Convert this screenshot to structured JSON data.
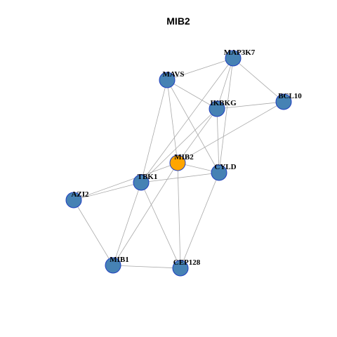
{
  "title": "MIB2",
  "colors": {
    "node": "#4682b4",
    "focus_node": "#ffa500",
    "node_border": "#1f3fbf",
    "edge": "#a9a9a9"
  },
  "nodes": [
    {
      "id": "MIB2",
      "label": "MIB2",
      "focus": true
    },
    {
      "id": "MAP3K7",
      "label": "MAP3K7",
      "focus": false
    },
    {
      "id": "MAVS",
      "label": "MAVS",
      "focus": false
    },
    {
      "id": "IKBKG",
      "label": "IKBKG",
      "focus": false
    },
    {
      "id": "BCL10",
      "label": "BCL10",
      "focus": false
    },
    {
      "id": "CYLD",
      "label": "CYLD",
      "focus": false
    },
    {
      "id": "TBK1",
      "label": "TBK1",
      "focus": false
    },
    {
      "id": "AZI2",
      "label": "AZI2",
      "focus": false
    },
    {
      "id": "MIB1",
      "label": "MIB1",
      "focus": false
    },
    {
      "id": "CEP128",
      "label": "CEP128",
      "focus": false
    }
  ],
  "edges": [
    [
      "MAP3K7",
      "MAVS"
    ],
    [
      "MAP3K7",
      "BCL10"
    ],
    [
      "MAP3K7",
      "IKBKG"
    ],
    [
      "MAP3K7",
      "CYLD"
    ],
    [
      "MAP3K7",
      "TBK1"
    ],
    [
      "MAVS",
      "IKBKG"
    ],
    [
      "MAVS",
      "CYLD"
    ],
    [
      "MAVS",
      "TBK1"
    ],
    [
      "MAVS",
      "MIB2"
    ],
    [
      "IKBKG",
      "BCL10"
    ],
    [
      "IKBKG",
      "CYLD"
    ],
    [
      "IKBKG",
      "TBK1"
    ],
    [
      "IKBKG",
      "MIB2"
    ],
    [
      "BCL10",
      "MIB2"
    ],
    [
      "MIB2",
      "CYLD"
    ],
    [
      "MIB2",
      "AZI2"
    ],
    [
      "MIB2",
      "MIB1"
    ],
    [
      "MIB2",
      "CEP128"
    ],
    [
      "CYLD",
      "TBK1"
    ],
    [
      "CYLD",
      "CEP128"
    ],
    [
      "TBK1",
      "AZI2"
    ],
    [
      "TBK1",
      "MIB1"
    ],
    [
      "TBK1",
      "CEP128"
    ],
    [
      "AZI2",
      "MIB1"
    ],
    [
      "MIB1",
      "CEP128"
    ]
  ]
}
